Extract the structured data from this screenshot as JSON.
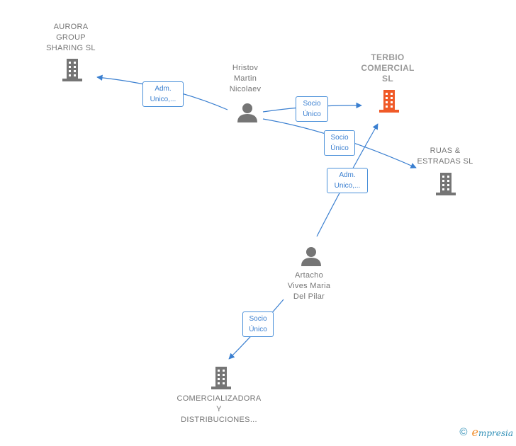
{
  "nodes": {
    "aurora": {
      "label": "AURORA\nGROUP\nSHARING  SL",
      "icon": "building-icon",
      "color": "#757575"
    },
    "terbio": {
      "label": "TERBIO\nCOMERCIAL\nSL",
      "icon": "building-icon",
      "color": "#f05a28"
    },
    "ruas": {
      "label": "RUAS &\nESTRADAS  SL",
      "icon": "building-icon",
      "color": "#757575"
    },
    "comercializadora": {
      "label": "COMERCIALIZADORA\nY\nDISTRIBUCIONES...",
      "icon": "building-icon",
      "color": "#757575"
    },
    "hristov": {
      "label": "Hristov\nMartin\nNicolaev",
      "icon": "person-icon",
      "color": "#757575"
    },
    "artacho": {
      "label": "Artacho\nVives Maria\nDel Pilar",
      "icon": "person-icon",
      "color": "#757575"
    }
  },
  "edges": [
    {
      "from": "hristov",
      "to": "aurora",
      "label": "Adm.\nUnico,..."
    },
    {
      "from": "hristov",
      "to": "terbio",
      "label": "Socio\nÚnico"
    },
    {
      "from": "hristov",
      "to": "ruas",
      "label": "Socio\nÚnico"
    },
    {
      "from": "artacho",
      "to": "terbio",
      "label": "Adm.\nUnico,..."
    },
    {
      "from": "artacho",
      "to": "comercializadora",
      "label": "Socio\nÚnico"
    }
  ],
  "colors": {
    "edge": "#3a7fd0",
    "edge_label_border": "#4a90d9"
  },
  "footer": {
    "copyright_symbol": "©",
    "brand_first": "e",
    "brand_rest": "mpresia"
  }
}
